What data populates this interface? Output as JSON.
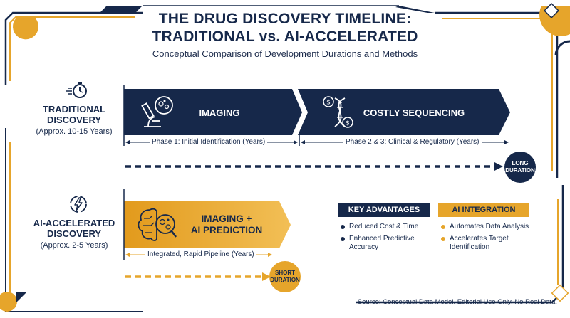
{
  "header": {
    "title_line1": "THE DRUG DISCOVERY TIMELINE:",
    "title_line2": "TRADITIONAL vs. AI-ACCELERATED",
    "subtitle": "Conceptual Comparison of Development Durations and Methods"
  },
  "traditional": {
    "name_line1": "TRADITIONAL",
    "name_line2": "DISCOVERY",
    "years": "(Approx. 10-15 Years)",
    "stage1_label": "IMAGING",
    "stage2_label": "COSTLY SEQUENCING",
    "phase1_label": "Phase 1: Initial Identification (Years)",
    "phase2_label": "Phase 2 & 3: Clinical & Regulatory (Years)",
    "duration_line1": "LONG",
    "duration_line2": "DURATION"
  },
  "ai": {
    "name_line1": "AI-ACCELERATED",
    "name_line2": "DISCOVERY",
    "years": "(Approx. 2-5 Years)",
    "stage_line1": "IMAGING +",
    "stage_line2": "AI PREDICTION",
    "pipeline_label": "Integrated, Rapid Pipeline (Years)",
    "duration_line1": "SHORT",
    "duration_line2": "DURATION"
  },
  "key_advantages": {
    "heading": "KEY ADVANTAGES",
    "items": [
      "Reduced Cost & Time",
      "Enhanced Predictive Accuracy"
    ]
  },
  "ai_integration": {
    "heading": "AI INTEGRATION",
    "items": [
      "Automates Data Analysis",
      "Accelerates Target Identification"
    ]
  },
  "source": "Source: Conceptual Data Model. Editorial Use Only. No Real Data.",
  "colors": {
    "navy": "#16284a",
    "gold": "#e6a52b"
  },
  "icons": [
    "stopwatch-icon",
    "microscope-icon",
    "dna-dollar-icon",
    "lightning-icon",
    "brain-icon"
  ]
}
